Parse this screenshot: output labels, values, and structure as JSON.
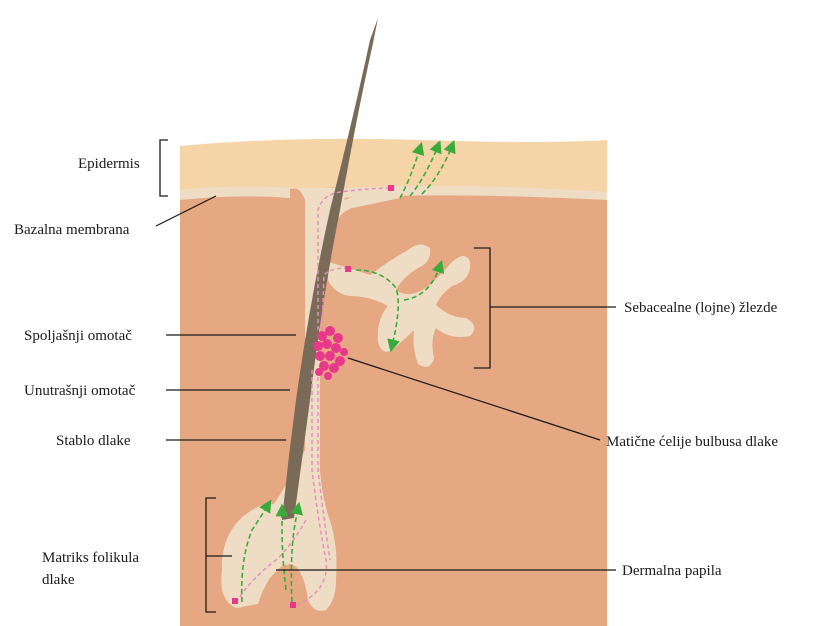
{
  "labels": {
    "epidermis": "Epidermis",
    "bazalna_membrana": "Bazalna membrana",
    "spoljasnji_omotac": "Spoljašnji omotač",
    "unutrasnji_omotac": "Unutrašnji omotač",
    "stablo_dlake": "Stablo dlake",
    "matriks_line1": "Matriks folikula",
    "matriks_line2": "dlake",
    "sebacealne_zlezde": "Sebacealne (lojne) žlezde",
    "maticne_celije": "Matične ćelije bulbusa dlake",
    "dermalna_papila": "Dermalna papila"
  },
  "colors": {
    "epidermis": "#f5d4a8",
    "dermis": "#e6a883",
    "sheath": "#eeddc4",
    "hair_shaft": "#7a6a58",
    "stem_cells": "#e8388a",
    "migration_arrows": "#3aaa3a",
    "pink_trail": "#e58fb8",
    "leader_lines": "#1a1a1a"
  }
}
